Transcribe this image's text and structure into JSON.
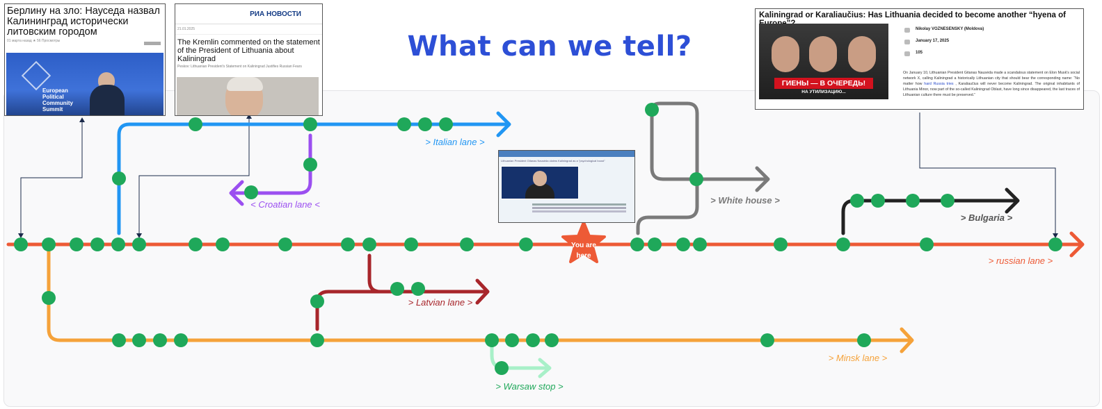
{
  "title": "What can we tell?",
  "lanes": {
    "italian": "> Italian lane >",
    "croatian": "< Croatian lane <",
    "white_house": "> White house >",
    "bulgaria": "> Bulgaria >",
    "russian": "> russian lane >",
    "latvian": "> Latvian lane >",
    "minsk": "> Minsk lane >",
    "warsaw": "> Warsaw stop >"
  },
  "you_are_here": [
    "You are",
    "here"
  ],
  "colors": {
    "russian": "#ed5a36",
    "italian": "#2196f3",
    "croatian": "#9b4ff0",
    "white_house": "#7a7a7a",
    "bulgaria": "#222222",
    "latvian": "#a8262b",
    "minsk": "#f5a23a",
    "warsaw": "#a8f0c8",
    "station": "#1fa85a",
    "title": "#2d4fd6"
  },
  "cards": {
    "card1": {
      "headline": "Берлину на зло: Науседа назвал Калининград исторически литовским городом",
      "meta": "01 марта назад    ★ 56 Просмотры",
      "image_caption": "European Political Community Summit"
    },
    "card2": {
      "brand": "РИА НОВОСТИ",
      "date": "21.01.2025",
      "headline": "The Kremlin commented on the statement of the President of Lithuania about Kaliningrad",
      "sub": "Peskov: Lithuanian President's Statement on Kaliningrad Justifies Russian Fears"
    },
    "card3": {
      "caption": "Lithuanian President Gitanas Nausėda claims Kaliningrad as a \"psychological boost\""
    },
    "card4": {
      "headline": "Kaliningrad or Karaliaučius: Has Lithuania decided to become another “hyena of Europe”?",
      "author": "Nikolay VOZNESENSKY (Moldova)",
      "date": "January 17, 2025",
      "views": "105",
      "banner": "ГИЕНЫ — В ОЧЕРЕДЬ!",
      "banner_sub": "НА УТИЛИЗАЦИЮ...",
      "body_1": "On January 10, Lithuanian President Gitanas Nausėda made a scandalous statement on Elon Musk's social network X, calling Kaliningrad a historically Lithuanian city that should bear the corresponding name: “No matter how ",
      "body_link": "hard Russia tries",
      "body_2": " , Karaliaučius will never become Kaliningrad. The original inhabitants of Lithuania Minor, now part of the so-called Kaliningrad Oblast, have long since disappeared, the last traces of Lithuanian culture there must be preserved.”"
    }
  }
}
